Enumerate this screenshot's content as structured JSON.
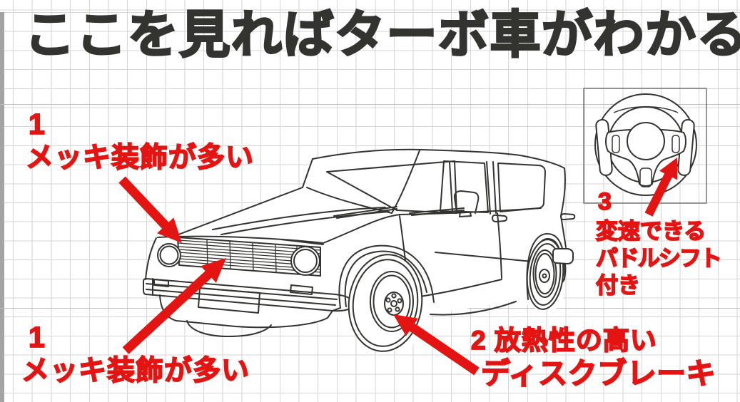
{
  "title": "ここを見ればターボ車がわかる",
  "annotations": {
    "chrome_top": {
      "number": "1",
      "label": "メッキ装飾が多い"
    },
    "chrome_bottom": {
      "number": "1",
      "label": "メッキ装飾が多い"
    },
    "disc_brake": {
      "number": "2",
      "line1": "放熱性の高い",
      "line2": "ディスクブレーキ"
    },
    "paddle_shift": {
      "number": "3",
      "line1": "変速できる",
      "line2": "パドルシフト",
      "line3": "付き"
    }
  },
  "illustrations": {
    "car": "hatchback-car-front-three-quarter-line-drawing",
    "steering_wheel": "sport-steering-wheel-with-paddle-shifters-line-drawing"
  },
  "colors": {
    "annotation_red": "#e41412",
    "ink_black": "#33332f",
    "grid_line": "#d6d6d6",
    "paper": "#ffffff"
  }
}
